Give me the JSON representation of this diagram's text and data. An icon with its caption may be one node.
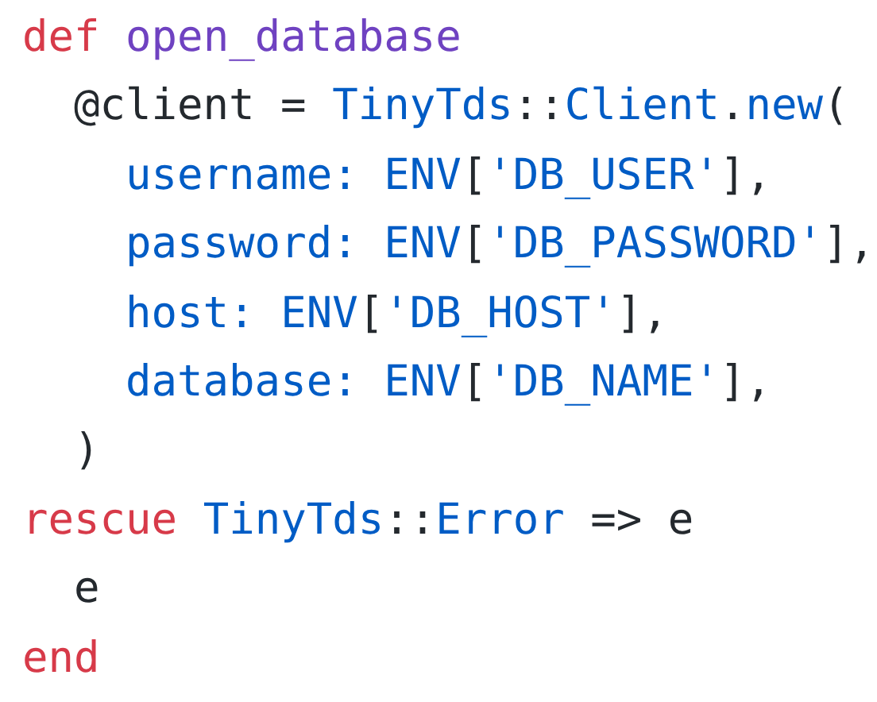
{
  "diagram": {
    "labels": [
      "def open_database",
      "  @client = TinyTds::Client.new(",
      "    username: ENV['DB_USER'],",
      "    password: ENV['DB_PASSWORD'],",
      "    host: ENV['DB_HOST'],",
      "    database: ENV['DB_NAME'],",
      "  )",
      "rescue TinyTds::Error => e",
      "  e",
      "end"
    ]
  }
}
